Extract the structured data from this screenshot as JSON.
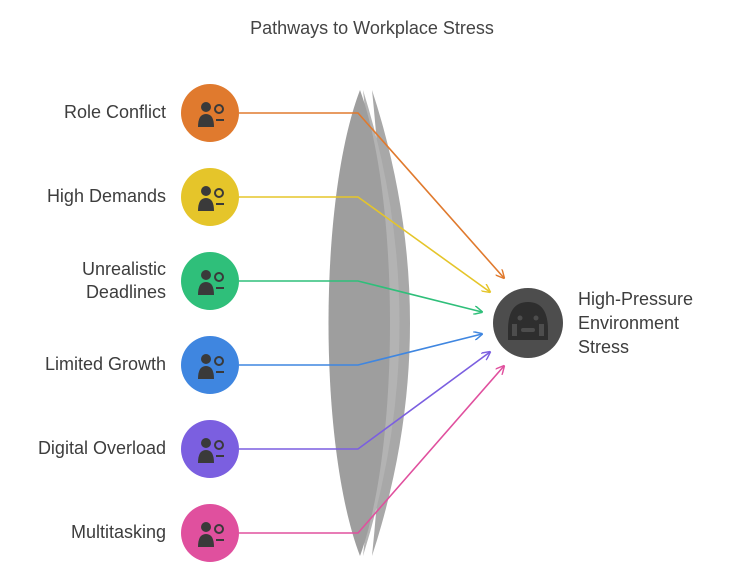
{
  "title": "Pathways to Workplace Stress",
  "sources": [
    {
      "label": "Role Conflict",
      "color": "#e07a2e",
      "icon": "role-conflict-icon"
    },
    {
      "label": "High Demands",
      "color": "#e5c52a",
      "icon": "high-demands-icon"
    },
    {
      "label": "Unrealistic Deadlines",
      "color": "#2fbf7a",
      "icon": "deadline-stopwatch-icon"
    },
    {
      "label": "Limited Growth",
      "color": "#3f86e0",
      "icon": "limited-growth-icon"
    },
    {
      "label": "Digital Overload",
      "color": "#7b5fe0",
      "icon": "digital-overload-icon"
    },
    {
      "label": "Multitasking",
      "color": "#e0509e",
      "icon": "multitasking-icon"
    }
  ],
  "target": {
    "label": "High-Pressure Environment Stress",
    "color": "#4d4d4d",
    "icon": "stressed-face-icon"
  },
  "lens_color": "#9e9e9e"
}
